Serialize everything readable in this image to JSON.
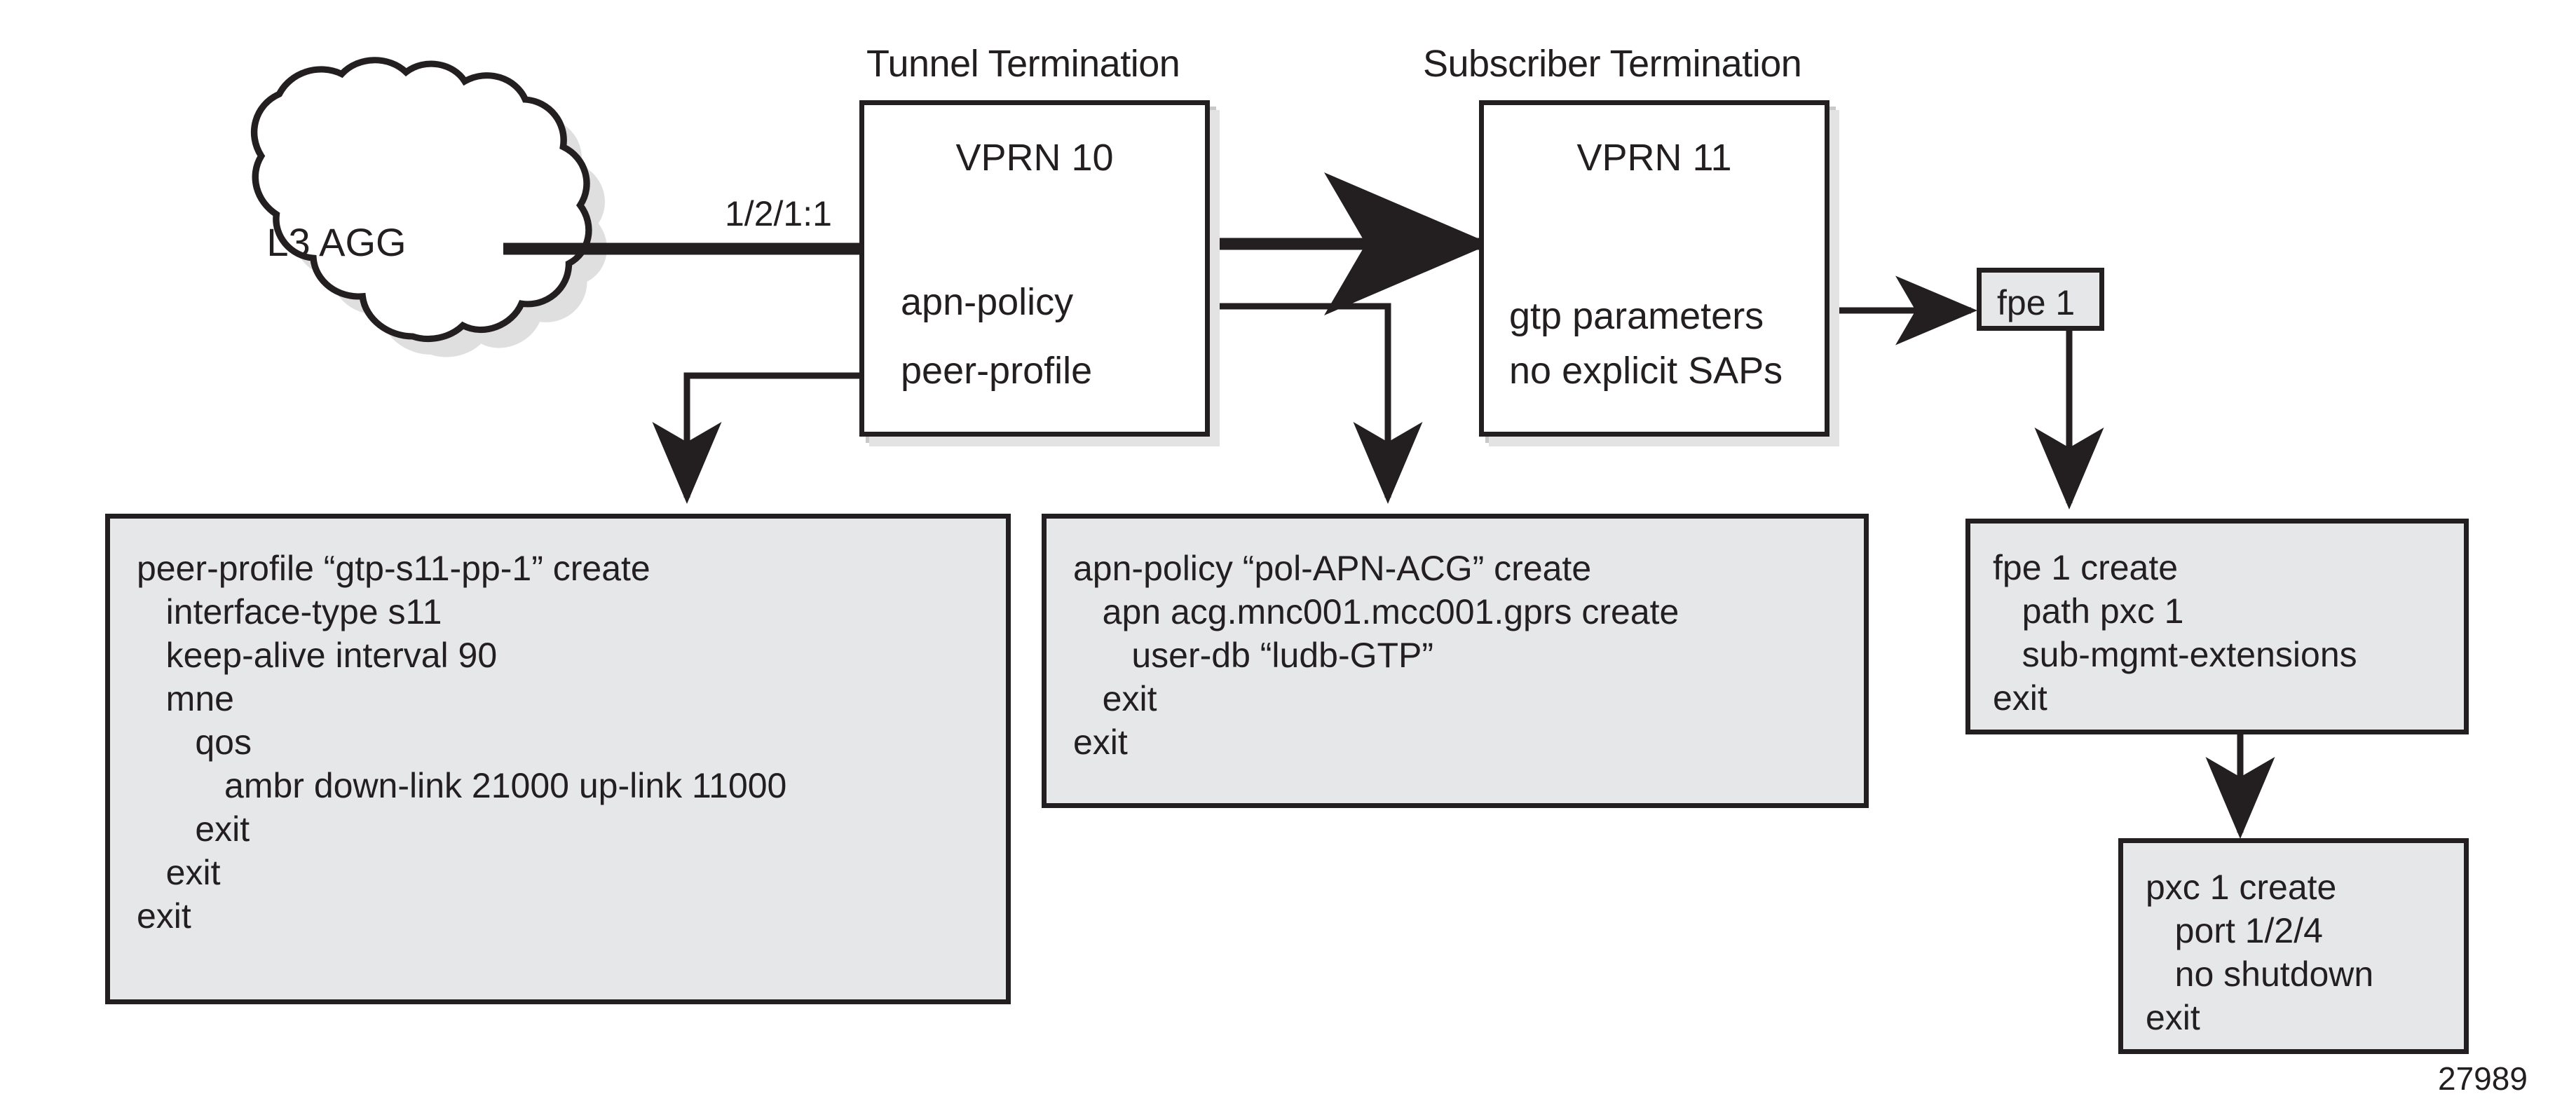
{
  "figure": {
    "id": "27989"
  },
  "nodes": {
    "cloud": {
      "label": "L3 AGG"
    },
    "tunnel_termination": {
      "caption": "Tunnel Termination",
      "title": "VPRN 10",
      "lines": [
        "apn-policy",
        "peer-profile"
      ]
    },
    "subscriber_termination": {
      "caption": "Subscriber Termination",
      "title": "VPRN 11",
      "lines": [
        "gtp parameters",
        "no explicit SAPs"
      ]
    },
    "fpe_chip": {
      "label": "fpe 1"
    }
  },
  "links": {
    "access_port": {
      "label": "1/2/1:1"
    }
  },
  "config_blocks": {
    "peer_profile": {
      "text": "peer-profile “gtp-s11-pp-1” create\n   interface-type s11\n   keep-alive interval 90\n   mne\n      qos\n         ambr down-link 21000 up-link 11000\n      exit\n   exit\nexit"
    },
    "apn_policy": {
      "text": "apn-policy “pol-APN-ACG” create\n   apn acg.mnc001.mcc001.gprs create\n      user-db “ludb-GTP”\n   exit\nexit"
    },
    "fpe": {
      "text": "fpe 1 create\n   path pxc 1\n   sub-mgmt-extensions\nexit"
    },
    "pxc": {
      "text": "pxc 1 create\n   port 1/2/4\n   no shutdown\nexit"
    }
  },
  "colors": {
    "ink": "#231f20",
    "code_fill": "#e6e7e8",
    "shadow": "#d9d9d9",
    "page": "#ffffff"
  }
}
